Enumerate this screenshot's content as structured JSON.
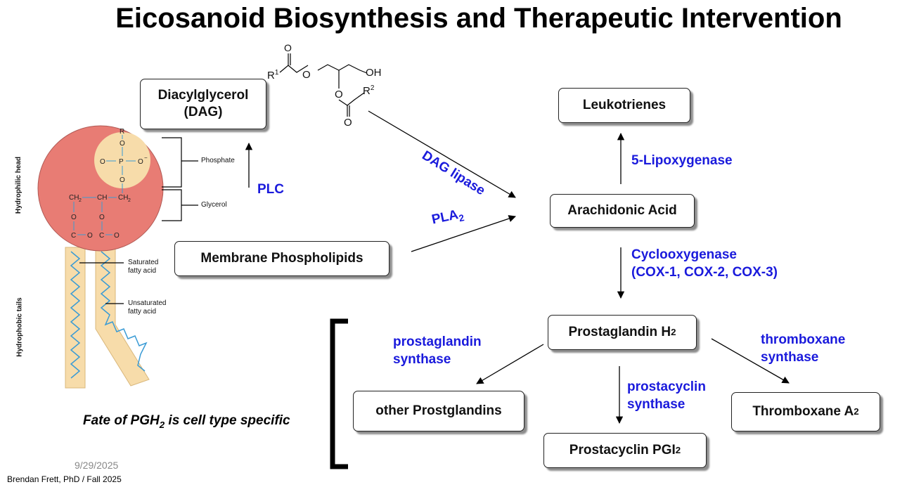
{
  "title": "Eicosanoid Biosynthesis and Therapeutic Intervention",
  "boxes": {
    "dag": "Diacylglycerol\n(DAG)",
    "membrane": "Membrane Phospholipids",
    "leukotrienes": "Leukotrienes",
    "arachidonic": "Arachidonic Acid",
    "pgh2": {
      "text": "Prostaglandin H",
      "sub": "2"
    },
    "other_pg": "other Prostglandins",
    "prostacyclin": {
      "text": "Prostacyclin PGI",
      "sub": "2"
    },
    "thromboxane": {
      "text": "Thromboxane A",
      "sub": "2"
    }
  },
  "enzymes": {
    "plc": "PLC",
    "dag_lipase": "DAG lipase",
    "pla2": {
      "text": "PLA",
      "sub": "2"
    },
    "lipoxygenase": "5-Lipoxygenase",
    "cox_line1": "Cyclooxygenase",
    "cox_line2": "(COX-1, COX-2, COX-3)",
    "pg_synthase_line1": "prostaglandin",
    "pg_synthase_line2": "synthase",
    "pc_synthase_line1": "prostacyclin",
    "pc_synthase_line2": "synthase",
    "tx_synthase_line1": "thromboxane",
    "tx_synthase_line2": "synthase"
  },
  "phospholipid_figure": {
    "hydrophilic_head": "Hydrophilic head",
    "hydrophobic_tails": "Hydrophobic tails",
    "phosphate": "Phosphate",
    "glycerol": "Glycerol",
    "saturated_line1": "Saturated",
    "saturated_line2": "fatty acid",
    "unsaturated_line1": "Unsaturated",
    "unsaturated_line2": "fatty acid"
  },
  "dag_structure": {
    "r1": "R",
    "r1_sup": "1",
    "r2": "R",
    "r2_sup": "2",
    "oh": "OH",
    "o": "O"
  },
  "fate": {
    "text": "Fate of PGH",
    "sub": "2",
    "rest": " is cell type specific"
  },
  "date": "9/29/2025",
  "author": "Brendan Frett, PhD / Fall 2025",
  "colors": {
    "enzyme_text": "#1a1adc",
    "head_fill": "#e87c74",
    "tail_fill": "#f7dcaa",
    "chain_stroke": "#3a9bd5"
  }
}
